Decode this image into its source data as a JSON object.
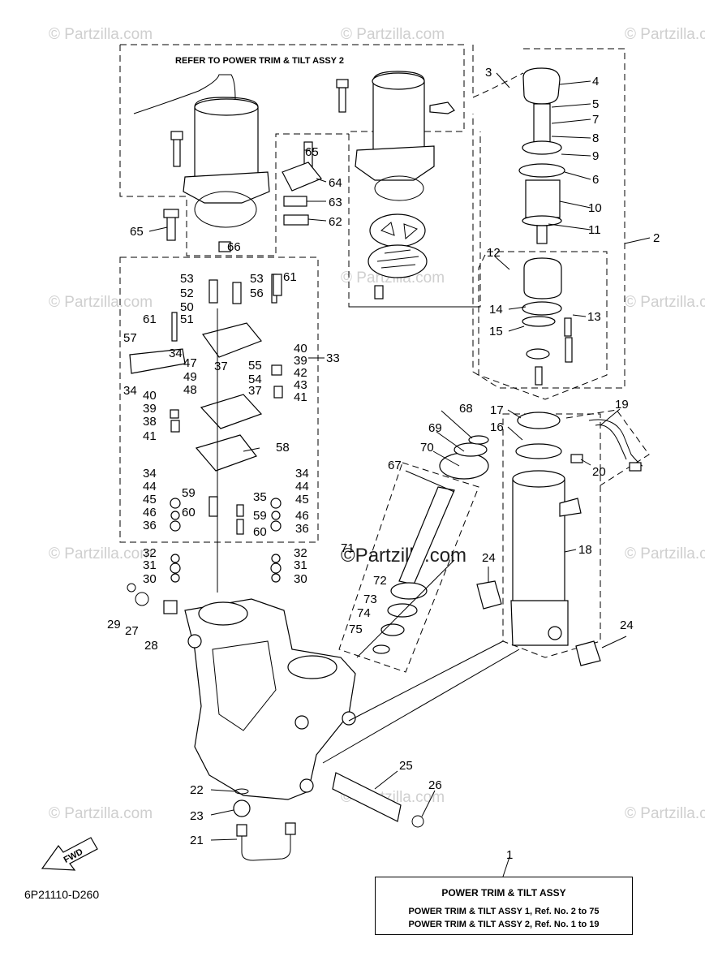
{
  "header_note": "REFER TO POWER TRIM & TILT ASSY 2",
  "drawing_code": "6P21110-D260",
  "fwd_label": "FWD",
  "watermark": "© Partzilla.com",
  "watermark_center": "©Partzilla.com",
  "legend": {
    "ref_number": "1",
    "title": "POWER TRIM & TILT ASSY",
    "line1": "POWER TRIM & TILT ASSY 1,  Ref. No. 2 to 75",
    "line2": "POWER TRIM & TILT ASSY 2,  Ref. No. 1 to 19"
  },
  "callouts": {
    "c2": "2",
    "c3": "3",
    "c4": "4",
    "c5": "5",
    "c6": "6",
    "c7": "7",
    "c8": "8",
    "c9": "9",
    "c10": "10",
    "c11": "11",
    "c12": "12",
    "c13": "13",
    "c14": "14",
    "c15": "15",
    "c16": "16",
    "c17": "17",
    "c18": "18",
    "c19": "19",
    "c20": "20",
    "c21": "21",
    "c22": "22",
    "c23": "23",
    "c24a": "24",
    "c24b": "24",
    "c25": "25",
    "c26": "26",
    "c27": "27",
    "c28": "28",
    "c29": "29",
    "c30a": "30",
    "c30b": "30",
    "c31a": "31",
    "c31b": "31",
    "c32a": "32",
    "c32b": "32",
    "c33": "33",
    "c34a": "34",
    "c34b": "34",
    "c34c": "34",
    "c34d": "34",
    "c35": "35",
    "c36a": "36",
    "c36b": "36",
    "c37a": "37",
    "c37b": "37",
    "c38": "38",
    "c39a": "39",
    "c39b": "39",
    "c40a": "40",
    "c40b": "40",
    "c41a": "41",
    "c41b": "41",
    "c42": "42",
    "c43": "43",
    "c44a": "44",
    "c44b": "44",
    "c45a": "45",
    "c45b": "45",
    "c46a": "46",
    "c46b": "46",
    "c47": "47",
    "c48": "48",
    "c49": "49",
    "c50": "50",
    "c51": "51",
    "c52": "52",
    "c53a": "53",
    "c53b": "53",
    "c54": "54",
    "c55": "55",
    "c56": "56",
    "c57": "57",
    "c58": "58",
    "c59a": "59",
    "c59b": "59",
    "c60a": "60",
    "c60b": "60",
    "c61a": "61",
    "c61b": "61",
    "c62": "62",
    "c63": "63",
    "c64": "64",
    "c65a": "65",
    "c65b": "65",
    "c66": "66",
    "c67": "67",
    "c68": "68",
    "c69": "69",
    "c70": "70",
    "c71": "71",
    "c72": "72",
    "c73": "73",
    "c74": "74",
    "c75": "75"
  }
}
